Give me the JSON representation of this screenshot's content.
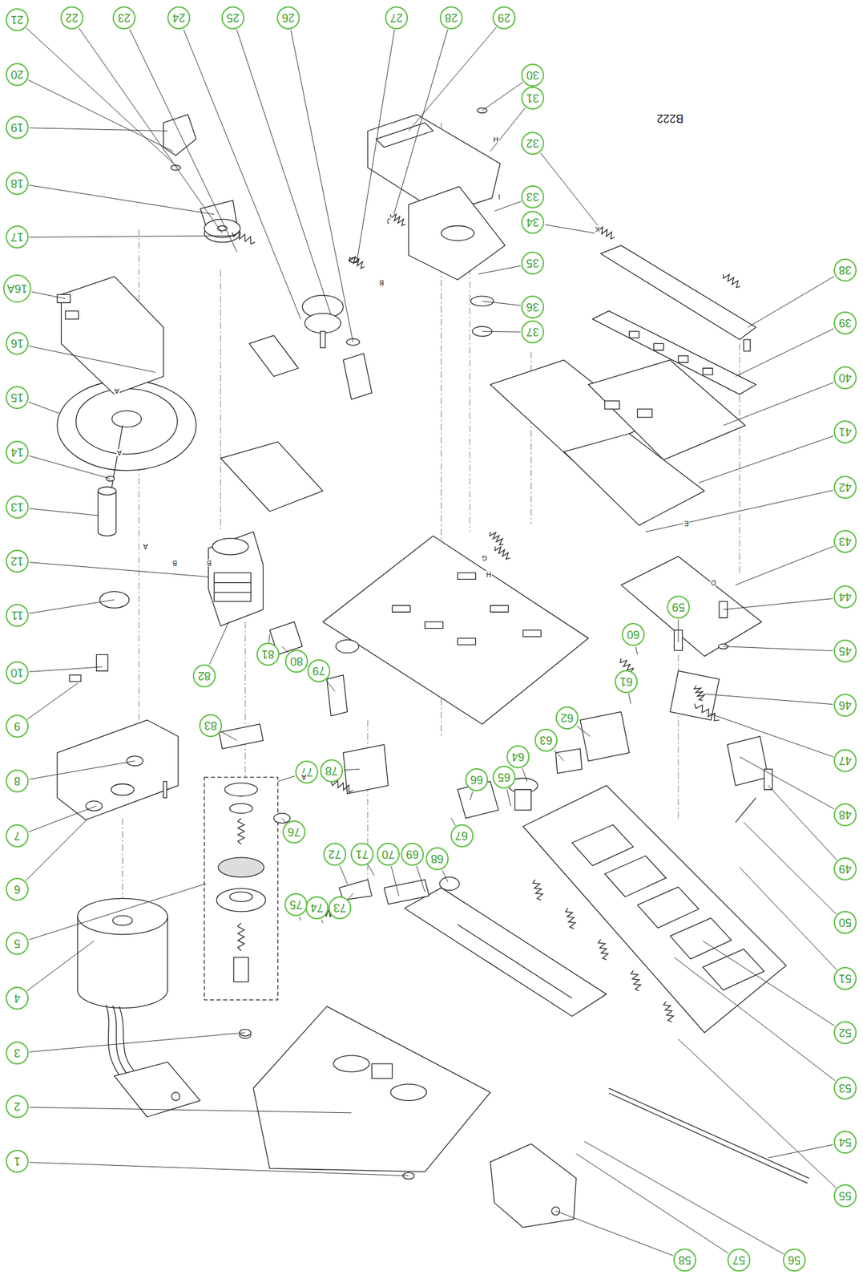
{
  "diagram": {
    "nodes": [
      {
        "text": [
          "1"
        ]
      },
      {
        "text": [
          "2"
        ]
      },
      {
        "text": [
          "3"
        ]
      },
      {
        "text": [
          "4"
        ]
      },
      {
        "text": [
          "5"
        ]
      },
      {
        "text": [
          "6"
        ]
      },
      {
        "text": [
          "7"
        ]
      },
      {
        "text": [
          "8"
        ]
      },
      {
        "text": [
          "9"
        ]
      },
      {
        "text": [
          "10"
        ]
      },
      {
        "text": [
          "11"
        ]
      },
      {
        "text": [
          "12"
        ]
      },
      {
        "text": [
          "13"
        ]
      },
      {
        "text": [
          "14"
        ]
      },
      {
        "text": [
          "15"
        ]
      },
      {
        "text": [
          "16"
        ]
      },
      {
        "text": [
          "16A"
        ]
      },
      {
        "text": [
          "17"
        ]
      },
      {
        "text": [
          "18"
        ]
      },
      {
        "text": [
          "19"
        ]
      },
      {
        "text": [
          "20"
        ]
      },
      {
        "text": [
          "21"
        ]
      },
      {
        "text": [
          "22"
        ]
      },
      {
        "text": [
          "23"
        ]
      },
      {
        "text": [
          "24"
        ]
      },
      {
        "text": [
          "25"
        ]
      },
      {
        "text": [
          "26"
        ]
      },
      {
        "text": [
          "27"
        ]
      },
      {
        "text": [
          "28"
        ]
      },
      {
        "text": [
          "29"
        ]
      },
      {
        "text": [
          "30"
        ]
      },
      {
        "text": [
          "31"
        ]
      },
      {
        "text": [
          "32"
        ]
      },
      {
        "text": [
          "33"
        ]
      },
      {
        "text": [
          "34"
        ]
      },
      {
        "text": [
          "35"
        ]
      },
      {
        "text": [
          "36"
        ]
      },
      {
        "text": [
          "37"
        ]
      },
      {
        "text": [
          "38"
        ]
      },
      {
        "text": [
          "39"
        ]
      },
      {
        "text": [
          "40"
        ]
      },
      {
        "text": [
          "41"
        ]
      },
      {
        "text": [
          "42"
        ]
      },
      {
        "text": [
          "43"
        ]
      },
      {
        "text": [
          "44"
        ]
      },
      {
        "text": [
          "45"
        ]
      },
      {
        "text": [
          "46"
        ]
      },
      {
        "text": [
          "47"
        ]
      },
      {
        "text": [
          "48"
        ]
      },
      {
        "text": [
          "49"
        ]
      },
      {
        "text": [
          "50"
        ]
      },
      {
        "text": [
          "51"
        ]
      },
      {
        "text": [
          "52"
        ]
      },
      {
        "text": [
          "53"
        ]
      },
      {
        "text": [
          "54"
        ]
      },
      {
        "text": [
          "55"
        ]
      },
      {
        "text": [
          "56"
        ]
      },
      {
        "text": [
          "57"
        ]
      },
      {
        "text": [
          "58"
        ]
      },
      {
        "text": [
          "59"
        ]
      },
      {
        "text": [
          "60"
        ]
      },
      {
        "text": [
          "61"
        ]
      },
      {
        "text": [
          "62"
        ]
      },
      {
        "text": [
          "63"
        ]
      },
      {
        "text": [
          "64"
        ]
      },
      {
        "text": [
          "65"
        ]
      },
      {
        "text": [
          "66"
        ]
      },
      {
        "text": [
          "67"
        ]
      },
      {
        "text": [
          "68"
        ]
      },
      {
        "text": [
          "69"
        ]
      },
      {
        "text": [
          "70"
        ]
      },
      {
        "text": [
          "71"
        ]
      },
      {
        "text": [
          "72"
        ]
      },
      {
        "text": [
          "73"
        ]
      },
      {
        "text": [
          "74"
        ]
      },
      {
        "text": [
          "75"
        ]
      },
      {
        "text": [
          "76"
        ]
      },
      {
        "text": [
          "77"
        ]
      },
      {
        "text": [
          "78"
        ]
      },
      {
        "text": [
          "79"
        ]
      },
      {
        "text": [
          "80"
        ]
      },
      {
        "text": [
          "81"
        ]
      },
      {
        "text": [
          "82"
        ]
      },
      {
        "text": [
          "83"
        ]
      }
    ],
    "labels": [
      "B222",
      "A",
      "A",
      "A",
      "A",
      "B",
      "B",
      "B",
      "H",
      "H",
      "I",
      "J",
      "K",
      "G",
      "E",
      "D"
    ]
  }
}
